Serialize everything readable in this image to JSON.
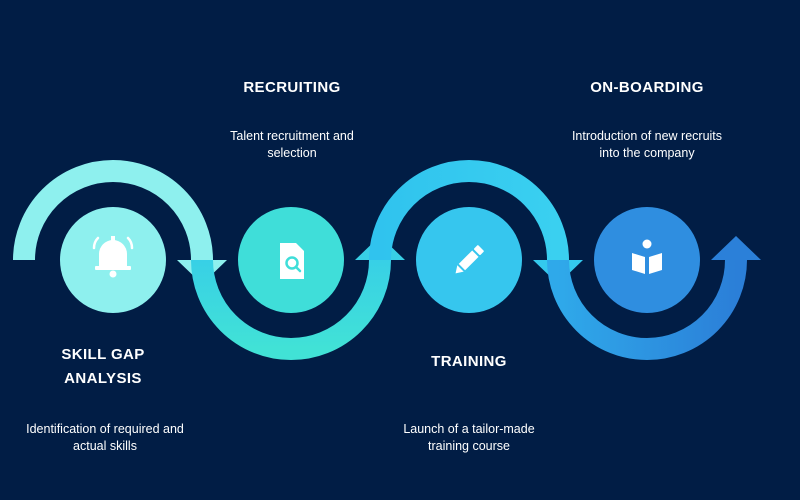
{
  "steps": [
    {
      "title": "SKILL GAP\nANALYSIS",
      "description": "Identification of required and actual skills",
      "icon": "bell-icon",
      "color": "#8ef0ee"
    },
    {
      "title": "RECRUITING",
      "description": "Talent recruitment and selection",
      "icon": "document-search-icon",
      "color": "#3fded9"
    },
    {
      "title": "TRAINING",
      "description": "Launch of a tailor-made training course",
      "icon": "pencil-icon",
      "color": "#36c6ee"
    },
    {
      "title": "ON-BOARDING",
      "description": "Introduction of new recruits into the company",
      "icon": "book-reader-icon",
      "color": "#2f8ee0"
    }
  ],
  "colors": {
    "background": "#011d45",
    "icon": "#ffffff"
  }
}
